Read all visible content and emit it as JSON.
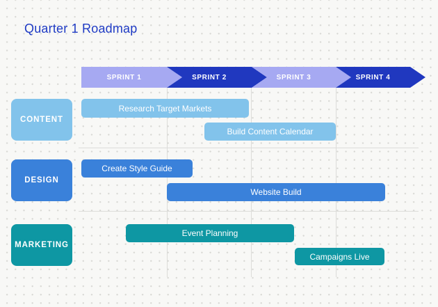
{
  "title": "Quarter 1 Roadmap",
  "colors": {
    "background": "#f8f8f6",
    "title": "#1e3ac4",
    "sprint_light": "#a6a9f2",
    "sprint_dark": "#2038bf",
    "content": "#82c3eb",
    "design": "#3a81da",
    "marketing": "#0e97a3",
    "gridline": "#dcdcd9",
    "grid_dot": "#d8d8d4"
  },
  "sprints": [
    {
      "label": "SPRINT 1"
    },
    {
      "label": "SPRINT 2"
    },
    {
      "label": "SPRINT 3"
    },
    {
      "label": "SPRINT 4"
    }
  ],
  "rows": [
    {
      "label": "CONTENT",
      "tasks": [
        {
          "name": "Research Target Markets"
        },
        {
          "name": "Build Content Calendar"
        }
      ]
    },
    {
      "label": "DESIGN",
      "tasks": [
        {
          "name": "Create Style Guide"
        },
        {
          "name": "Website Build"
        }
      ]
    },
    {
      "label": "MARKETING",
      "tasks": [
        {
          "name": "Event Planning"
        },
        {
          "name": "Campaigns Live"
        }
      ]
    }
  ],
  "chart_data": {
    "type": "gantt",
    "title": "Quarter 1 Roadmap",
    "columns": [
      "SPRINT 1",
      "SPRINT 2",
      "SPRINT 3",
      "SPRINT 4"
    ],
    "x_unit": "sprint",
    "xlim": [
      1,
      5
    ],
    "grid": true,
    "rows": [
      {
        "category": "CONTENT",
        "tasks": [
          {
            "name": "Research Target Markets",
            "start": 1.0,
            "end": 3.0
          },
          {
            "name": "Build Content Calendar",
            "start": 2.45,
            "end": 4.0
          }
        ]
      },
      {
        "category": "DESIGN",
        "tasks": [
          {
            "name": "Create Style Guide",
            "start": 1.0,
            "end": 2.3
          },
          {
            "name": "Website Build",
            "start": 2.0,
            "end": 4.6
          }
        ]
      },
      {
        "category": "MARKETING",
        "tasks": [
          {
            "name": "Event Planning",
            "start": 1.5,
            "end": 3.5
          },
          {
            "name": "Campaigns Live",
            "start": 3.5,
            "end": 4.6
          }
        ]
      }
    ]
  }
}
